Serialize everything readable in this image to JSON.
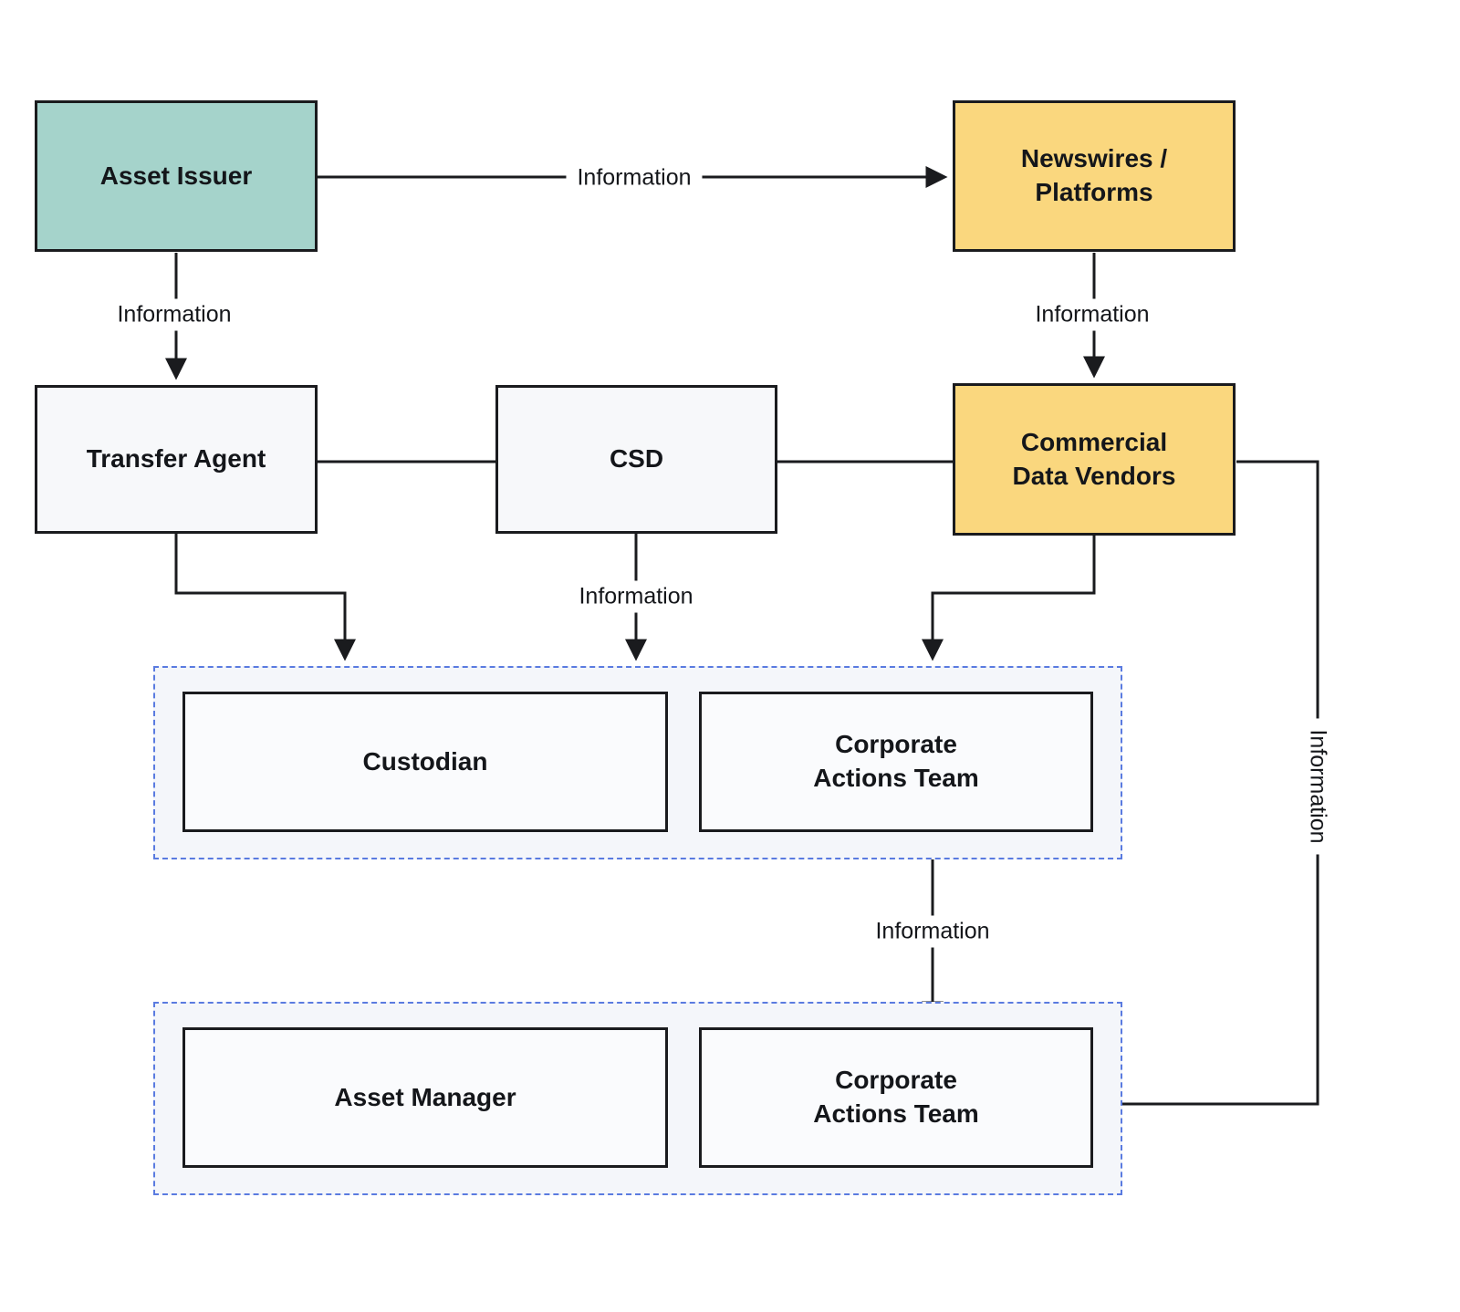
{
  "diagram": {
    "colors": {
      "teal": "#A5D3CB",
      "yellow": "#FAD77E",
      "light": "#F7F8FA",
      "inner": "#FAFBFD",
      "box_border": "#1A1B1E",
      "container_border": "#5A7BE0",
      "container_bg": "#F4F6FA",
      "line": "#1A1B1E",
      "text": "#14161A"
    },
    "nodes": {
      "asset_issuer": {
        "lines": [
          "Asset Issuer"
        ]
      },
      "newswires": {
        "lines": [
          "Newswires /",
          "Platforms"
        ]
      },
      "transfer_agent": {
        "lines": [
          "Transfer Agent"
        ]
      },
      "csd": {
        "lines": [
          "CSD"
        ]
      },
      "commercial_data_vendors": {
        "lines": [
          "Commercial",
          "Data Vendors"
        ]
      },
      "custodian": {
        "lines": [
          "Custodian"
        ]
      },
      "corporate_actions_team_top": {
        "lines": [
          "Corporate",
          "Actions Team"
        ]
      },
      "asset_manager": {
        "lines": [
          "Asset Manager"
        ]
      },
      "corporate_actions_team_bottom": {
        "lines": [
          "Corporate",
          "Actions Team"
        ]
      }
    },
    "edge_labels": {
      "issuer_to_newswires": "Information",
      "issuer_to_transfer_agent": "Information",
      "newswires_to_vendors": "Information",
      "csd_to_custody_group": "Information",
      "actions_team_to_actions_team": "Information",
      "vendors_to_actions_team": "Information"
    }
  }
}
